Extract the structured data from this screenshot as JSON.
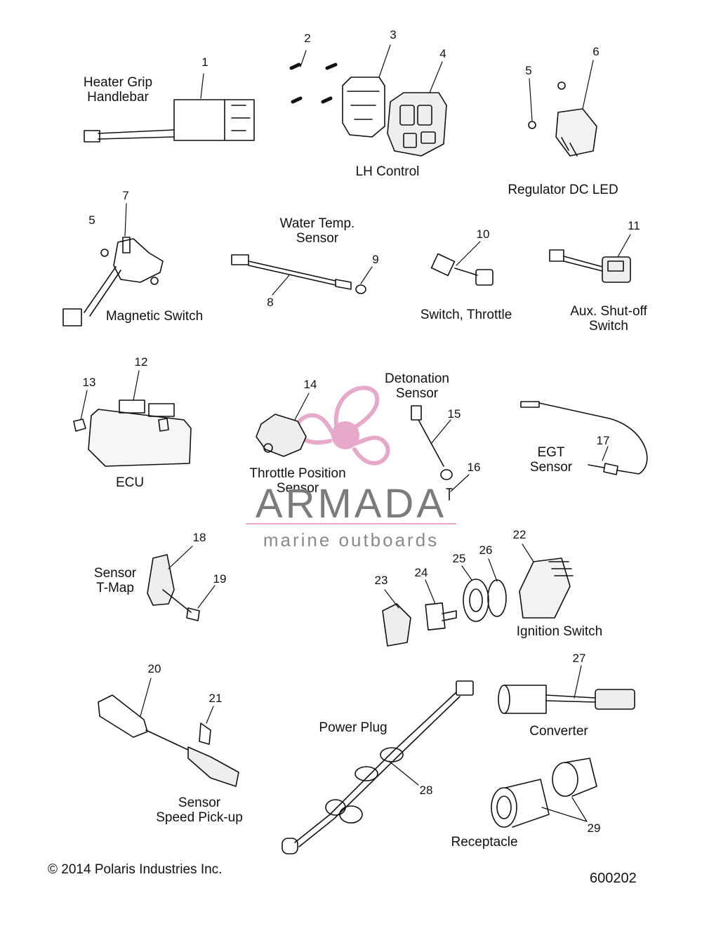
{
  "labels": {
    "heater_grip": "Heater Grip\nHandlebar",
    "lh_control": "LH Control",
    "regulator": "Regulator DC LED",
    "magnetic_switch": "Magnetic Switch",
    "water_temp": "Water Temp.\nSensor",
    "switch_throttle": "Switch, Throttle",
    "aux_shutoff": "Aux. Shut-off\nSwitch",
    "ecu": "ECU",
    "throttle_position": "Throttle Position\nSensor",
    "detonation": "Detonation\nSensor",
    "egt": "EGT\nSensor",
    "tmap": "Sensor\nT-Map",
    "ignition": "Ignition Switch",
    "speed_pickup": "Sensor\nSpeed Pick-up",
    "power_plug": "Power Plug",
    "converter": "Converter",
    "receptacle": "Receptacle"
  },
  "callouts": [
    "1",
    "2",
    "3",
    "4",
    "5",
    "6",
    "5",
    "7",
    "8",
    "9",
    "10",
    "11",
    "12",
    "13",
    "14",
    "15",
    "16",
    "17",
    "18",
    "19",
    "22",
    "23",
    "24",
    "25",
    "26",
    "20",
    "21",
    "27",
    "28",
    "29"
  ],
  "watermark": {
    "title": "ARMADA",
    "subtitle": "marine outboards",
    "color": "#e6a9c9"
  },
  "footer": {
    "copyright": "© 2014 Polaris Industries Inc.",
    "doc_id": "600202"
  }
}
